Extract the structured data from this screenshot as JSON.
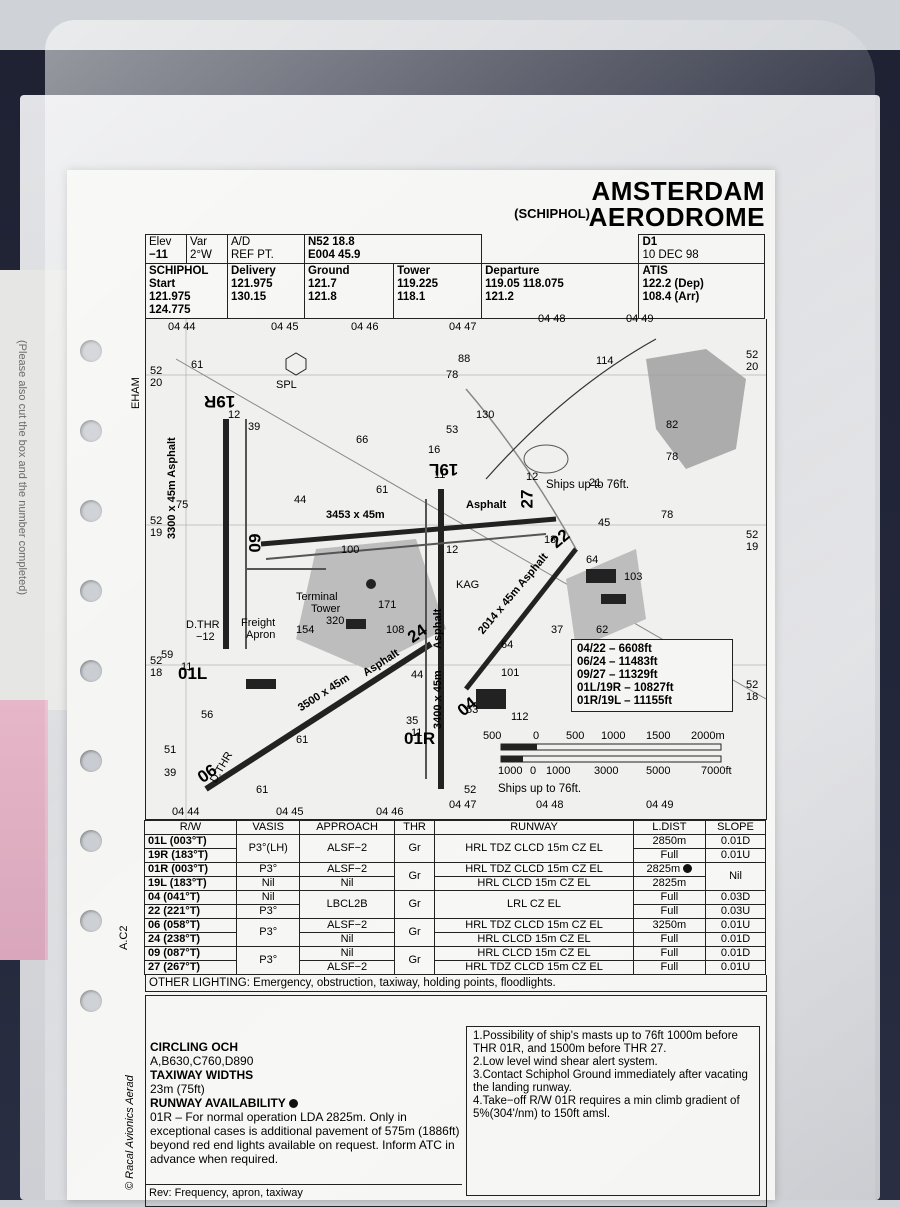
{
  "background": {
    "under_page_text": "(Please also cut the box and the number completed)"
  },
  "title": {
    "prefix": "(SCHIPHOL)",
    "line1": "AMSTERDAM",
    "line2": "AERODROME"
  },
  "header": {
    "elev_label": "Elev",
    "elev_value": "−11",
    "var_label": "Var",
    "var_value": "2°W",
    "ad_label": "A/D",
    "ad_value": "REF PT.",
    "lat_value": "N52 18.8",
    "lon_value": "E004 45.9",
    "chart_id": "D1",
    "date": "10 DEC 98",
    "start_label": "SCHIPHOL Start",
    "start_values": "121.975\n124.775",
    "delivery_label": "Delivery",
    "delivery_values": "121.975\n130.15",
    "ground_label": "Ground",
    "ground_values": "121.7\n121.8",
    "tower_label": "Tower",
    "tower_values": "119.225\n118.1",
    "departure_label": "Departure",
    "departure_values": "119.05 118.075\n121.2",
    "atis_label": "ATIS",
    "atis_values": "122.2 (Dep)\n108.4 (Arr)"
  },
  "map": {
    "icao": "EHAM",
    "grid_top": [
      "04 44",
      "04 45",
      "04 46",
      "04 47",
      "04 48",
      "04 49"
    ],
    "grid_bottom": [
      "04 44",
      "04 45",
      "04 46",
      "04 47",
      "04 48",
      "04 49"
    ],
    "lat_left": [
      "52\n20",
      "52\n19",
      "52\n18"
    ],
    "lat_right": [
      "52\n20",
      "52\n19",
      "52\n18"
    ],
    "runways": {
      "r19R": "19R",
      "r01L": "01L",
      "r19L": "19L",
      "r01R": "01R",
      "r09": "09",
      "r27": "27",
      "r22": "22",
      "r04": "04",
      "r24": "24",
      "r06": "06"
    },
    "dims": {
      "d0927": "3453 x 45m",
      "d0927_surface": "Asphalt",
      "d19R01L": "3300 x 45m Asphalt",
      "d19L01R": "3400 x 45m",
      "d19L01R_surface": "Asphalt",
      "d0422": "2014 x 45m Asphalt",
      "d0624": "3500 x 45m",
      "d0624_surface": "Asphalt"
    },
    "labels": {
      "spl": "SPL",
      "kag": "KAG",
      "terminal": "Terminal",
      "tower": "Tower",
      "freight": "Freight",
      "apron": "Apron",
      "dthr1": "D.THR",
      "dthr1_val": "−12",
      "dthr2": "D.THR",
      "ships_top": "Ships up to 76ft.",
      "ships_bottom": "Ships up to 76ft."
    },
    "obstacles": [
      "61",
      "39",
      "66",
      "75",
      "44",
      "100",
      "61",
      "78",
      "130",
      "53",
      "88",
      "114",
      "82",
      "78",
      "78",
      "45",
      "21",
      "64",
      "103",
      "171",
      "320",
      "154",
      "108",
      "37",
      "62",
      "64",
      "101",
      "112",
      "53",
      "44",
      "35",
      "61",
      "56",
      "51",
      "39",
      "61",
      "52",
      "59",
      "16",
      "12",
      "12",
      "11",
      "11",
      "11",
      "13",
      "12"
    ],
    "runway_lengths": [
      "04/22 – 6608ft",
      "06/24 – 11483ft",
      "09/27 – 11329ft",
      "01L/19R – 10827ft",
      "01R/19L – 11155ft"
    ],
    "scale_m": [
      "500",
      "0",
      "500",
      "1000",
      "1500",
      "2000m"
    ],
    "scale_ft": [
      "1000",
      "0",
      "1000",
      "3000",
      "5000",
      "7000ft"
    ]
  },
  "runway_table": {
    "headers": [
      "R/W",
      "VASIS",
      "APPROACH",
      "THR",
      "RUNWAY",
      "L.DIST",
      "SLOPE"
    ],
    "rows": [
      {
        "rw": "01L (003°T)",
        "vasis": "P3°(LH)",
        "approach": "ALSF−2",
        "thr": "Gr",
        "runway": "HRL TDZ CLCD 15m CZ EL",
        "ldist": "2850m",
        "slope": "0.01D"
      },
      {
        "rw": "19R (183°T)",
        "vasis": "",
        "approach": "",
        "thr": "",
        "runway": "",
        "ldist": "Full",
        "slope": "0.01U"
      },
      {
        "rw": "01R (003°T)",
        "vasis": "P3°",
        "approach": "ALSF−2",
        "thr": "Gr",
        "runway": "HRL TDZ CLCD 15m CZ EL",
        "ldist": "2825m",
        "slope": "Nil"
      },
      {
        "rw": "19L (183°T)",
        "vasis": "Nil",
        "approach": "Nil",
        "thr": "",
        "runway": "HRL CLCD 15m CZ EL",
        "ldist": "2825m",
        "slope": ""
      },
      {
        "rw": "04 (041°T)",
        "vasis": "Nil",
        "approach": "LBCL2B",
        "thr": "Gr",
        "runway": "LRL CZ EL",
        "ldist": "Full",
        "slope": "0.03D"
      },
      {
        "rw": "22 (221°T)",
        "vasis": "P3°",
        "approach": "",
        "thr": "",
        "runway": "",
        "ldist": "Full",
        "slope": "0.03U"
      },
      {
        "rw": "06 (058°T)",
        "vasis": "P3°",
        "approach": "ALSF−2",
        "thr": "Gr",
        "runway": "HRL TDZ CLCD 15m CZ EL",
        "ldist": "3250m",
        "slope": "0.01U"
      },
      {
        "rw": "24 (238°T)",
        "vasis": "",
        "approach": "Nil",
        "thr": "",
        "runway": "HRL CLCD 15m CZ EL",
        "ldist": "Full",
        "slope": "0.01D"
      },
      {
        "rw": "09 (087°T)",
        "vasis": "P3°",
        "approach": "Nil",
        "thr": "Gr",
        "runway": "HRL CLCD 15m CZ EL",
        "ldist": "Full",
        "slope": "0.01D"
      },
      {
        "rw": "27 (267°T)",
        "vasis": "",
        "approach": "ALSF−2",
        "thr": "",
        "runway": "HRL TDZ CLCD 15m CZ EL",
        "ldist": "Full",
        "slope": "0.01U"
      }
    ],
    "other_lighting": "OTHER LIGHTING:  Emergency, obstruction, taxiway, holding points, floodlights."
  },
  "bottom": {
    "circling_title": "CIRCLING OCH",
    "circling_value": "A,B630,C760,D890",
    "taxiway_title": "TAXIWAY WIDTHS",
    "taxiway_value": "23m (75ft)",
    "availability_title": "RUNWAY AVAILABILITY",
    "availability_text": "01R – For normal operation LDA 2825m. Only in exceptional cases is additional pavement of 575m (1886ft) beyond red end lights available on request. Inform ATC in advance when required.",
    "notes": [
      "1.Possibility of ship's masts up to 76ft 1000m before THR 01R, and 1500m before THR 27.",
      "2.Low level wind shear alert system.",
      "3.Contact Schiphol Ground immediately after vacating the landing runway.",
      "4.Take−off R/W 01R requires a min climb gradient of 5%(304'/nm) to 150ft amsl."
    ],
    "revision": "Rev: Frequency, apron, taxiway",
    "side_code": "A.C2",
    "publisher": "© Racal Avionics Aerad"
  }
}
